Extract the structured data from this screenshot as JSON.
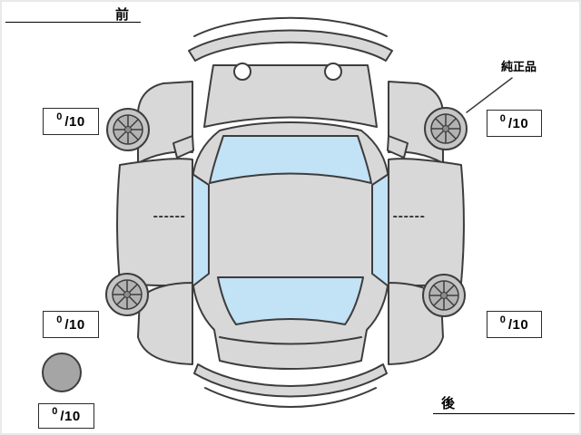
{
  "labels": {
    "front": "前",
    "rear": "後",
    "genuine_part": "純正品"
  },
  "tires": {
    "front_left": {
      "score": "0",
      "denominator": "/10"
    },
    "front_right": {
      "score": "0",
      "denominator": "/10"
    },
    "rear_left": {
      "score": "0",
      "denominator": "/10"
    },
    "rear_right": {
      "score": "0",
      "denominator": "/10"
    },
    "spare": {
      "score": "0",
      "denominator": "/10"
    }
  },
  "colors": {
    "body": "#d8d8d8",
    "glass": "#c2e2f6",
    "wheel_rim": "#c6c6c6",
    "wheel_inner": "#b2b2b2",
    "hub": "#8c8c8c",
    "spare_tire": "#a5a5a5",
    "outline": "#3d3d3d",
    "white": "#ffffff"
  }
}
